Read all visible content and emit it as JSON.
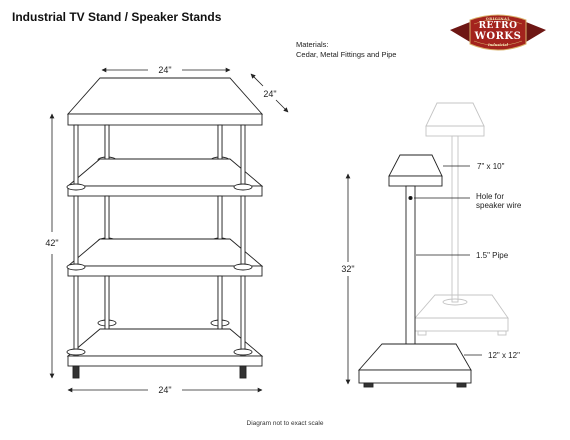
{
  "title": "Industrial TV Stand / Speaker Stands",
  "materials": {
    "heading": "Materials:",
    "list": "Cedar, Metal Fittings and Pipe"
  },
  "logo": {
    "small": "ORIGINAL",
    "line1": "RETRO",
    "line2": "WORKS",
    "sub": "Industrial"
  },
  "tv_stand": {
    "width": "24\"",
    "depth": "24\"",
    "height": "42\"",
    "bottom_width": "24\""
  },
  "speaker_stand": {
    "top_size": "7\" x 10\"",
    "hole_label_line1": "Hole for",
    "hole_label_line2": "speaker wire",
    "pipe": "1.5\" Pipe",
    "height": "32\"",
    "base_size": "12\" x 12\""
  },
  "footnote": "Diagram not to exact scale",
  "colors": {
    "logo_red": "#a3231d",
    "logo_cream": "#f3e3b8",
    "line": "#222222",
    "ghost": "#c4c4c4"
  }
}
